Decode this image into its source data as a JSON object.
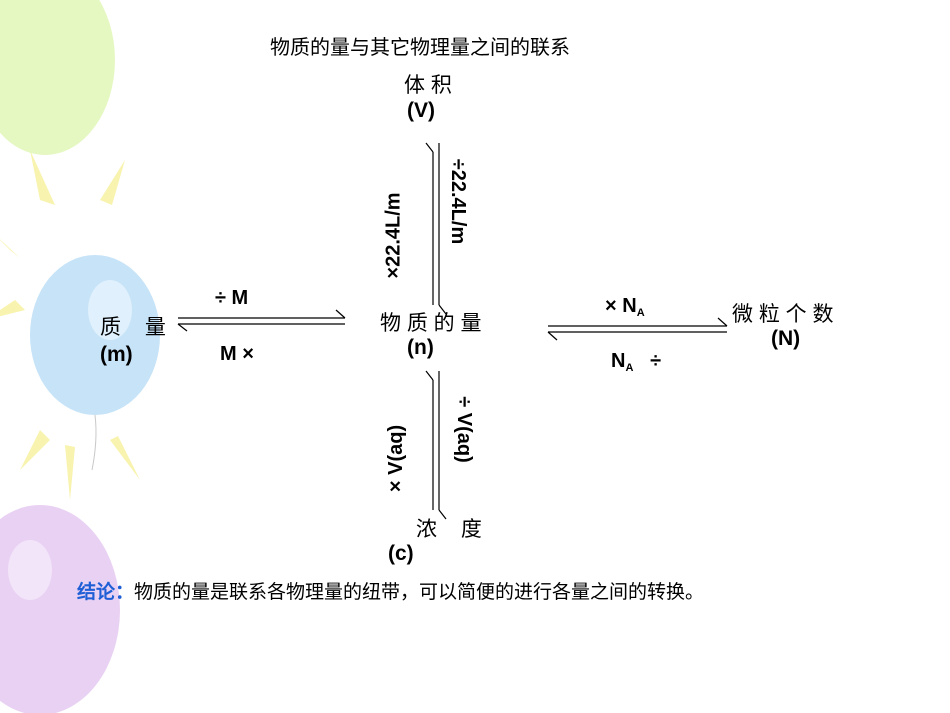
{
  "title": "物质的量与其它物理量之间的联系",
  "nodes": {
    "volume": {
      "label": "体 积",
      "symbol": "(V)"
    },
    "center": {
      "label": "物 质 的 量",
      "symbol": "(n)"
    },
    "mass": {
      "label": "质 量",
      "symbol": "(m)"
    },
    "particles": {
      "label": "微 粒 个 数",
      "symbol": "(N)"
    },
    "concentration": {
      "label": "浓 度",
      "symbol": "(c)"
    }
  },
  "arrows": {
    "mass_to_n": "÷  M",
    "n_to_mass": "M  ×",
    "n_to_particles_prefix": "×  N",
    "n_to_particles_sub": "A",
    "particles_to_n_main": "N",
    "particles_to_n_sub": "A",
    "particles_to_n_suffix": "÷",
    "volume_to_n": "÷22.4L/m",
    "n_to_volume": "×22.4L/m",
    "conc_to_n": "×  V(aq)",
    "n_to_conc": "÷  V(aq)"
  },
  "conclusion": {
    "label": "结论：",
    "text": "物质的量是联系各物理量的纽带，可以简便的进行各量之间的转换。"
  },
  "colors": {
    "conclusion_label": "#1f5fd6",
    "balloon_green": "#d9f3a8",
    "balloon_blue": "#b9dcf7",
    "balloon_purple": "#e3c4f0",
    "sun_yellow": "#f5ee8c"
  }
}
